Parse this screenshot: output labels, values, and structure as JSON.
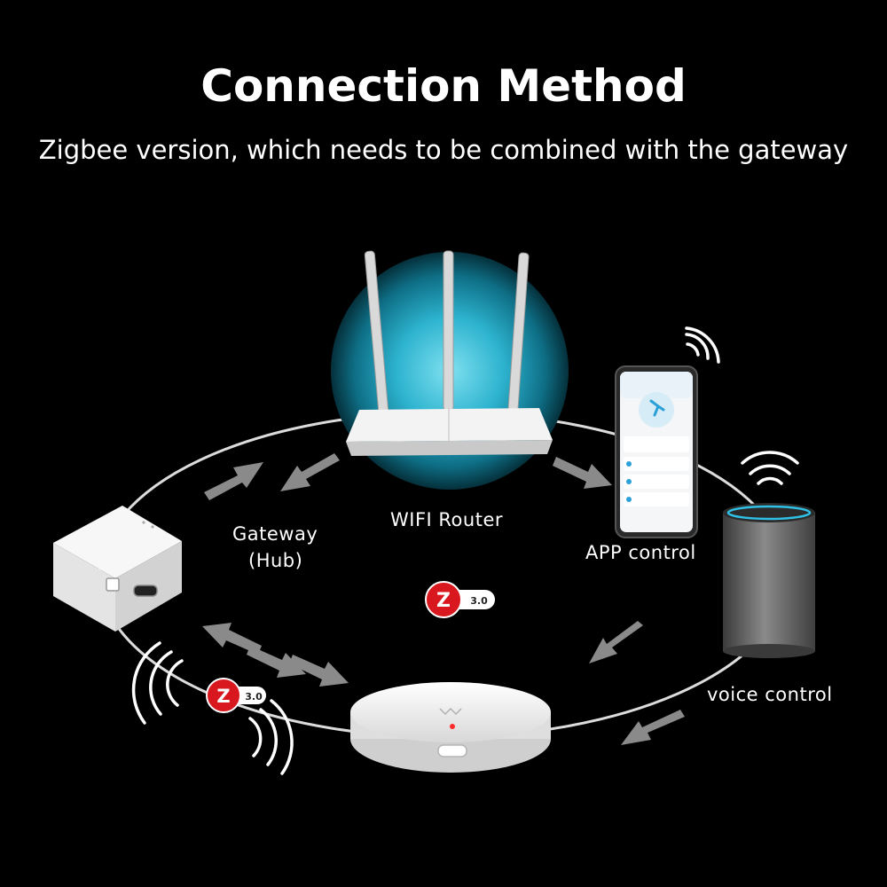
{
  "header": {
    "title": "Connection Method",
    "subtitle": "Zigbee version, which needs to be combined with the gateway"
  },
  "nodes": {
    "router_label": "WIFI Router",
    "gateway_label_line1": "Gateway",
    "gateway_label_line2": "(Hub)",
    "app_label": "APP control",
    "voice_label": "voice control"
  },
  "badges": {
    "zigbee_version": "3.0",
    "zigbee_letter": "Z"
  },
  "colors": {
    "background": "#000000",
    "router_glow": "#1fa3c0",
    "zigbee_red": "#d8171f",
    "arrow_gray": "#8a8a8a"
  }
}
